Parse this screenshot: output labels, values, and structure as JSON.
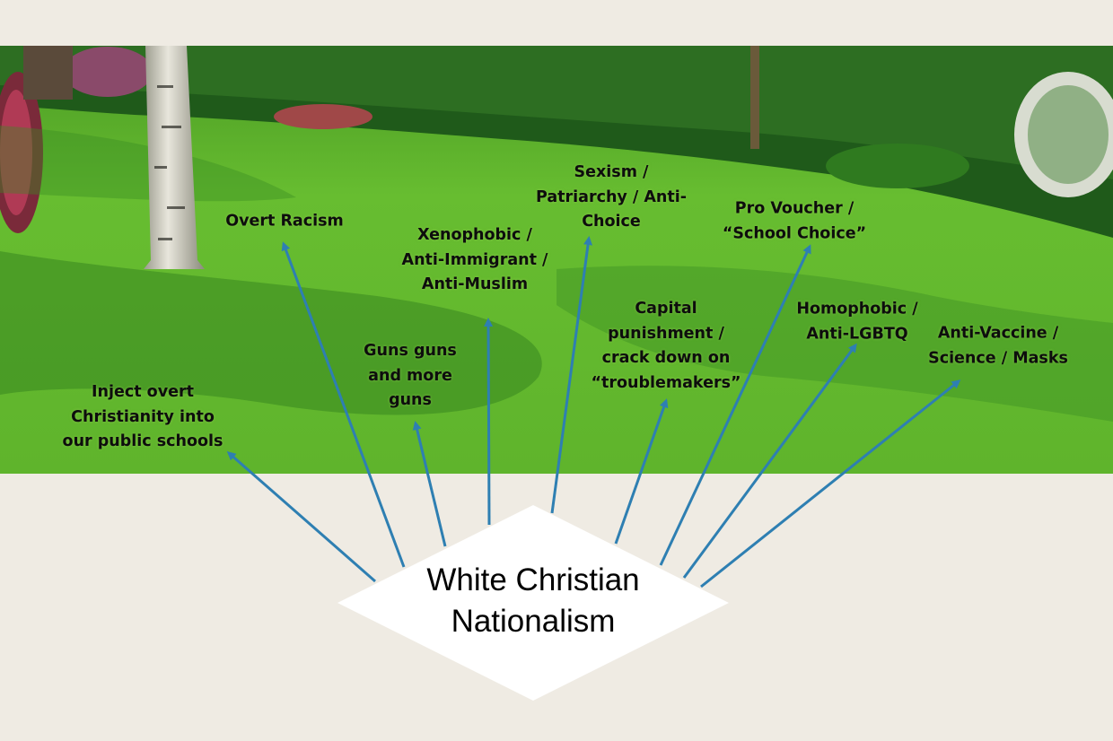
{
  "colors": {
    "background": "#efebe3",
    "arrow": "#2e7fb2",
    "lawn": "#5db52e",
    "diamond": "#ffffff"
  },
  "diagram": {
    "center": {
      "text": "White Christian\nNationalism"
    },
    "branches": [
      {
        "id": "schools",
        "text": "Inject overt\nChristianity into\nour public schools"
      },
      {
        "id": "racism",
        "text": "Overt Racism"
      },
      {
        "id": "guns",
        "text": "Guns guns\nand more\nguns"
      },
      {
        "id": "xeno",
        "text": "Xenophobic /\nAnti-Immigrant /\nAnti-Muslim"
      },
      {
        "id": "sexism",
        "text": "Sexism /\nPatriarchy / Anti-\nChoice"
      },
      {
        "id": "capital",
        "text": "Capital\npunishment /\ncrack down on\n“troublemakers”"
      },
      {
        "id": "voucher",
        "text": "Pro Voucher /\n“School Choice”"
      },
      {
        "id": "homophobic",
        "text": "Homophobic /\nAnti-LGBTQ"
      },
      {
        "id": "vaccine",
        "text": "Anti-Vaccine /\nScience / Masks"
      }
    ]
  }
}
